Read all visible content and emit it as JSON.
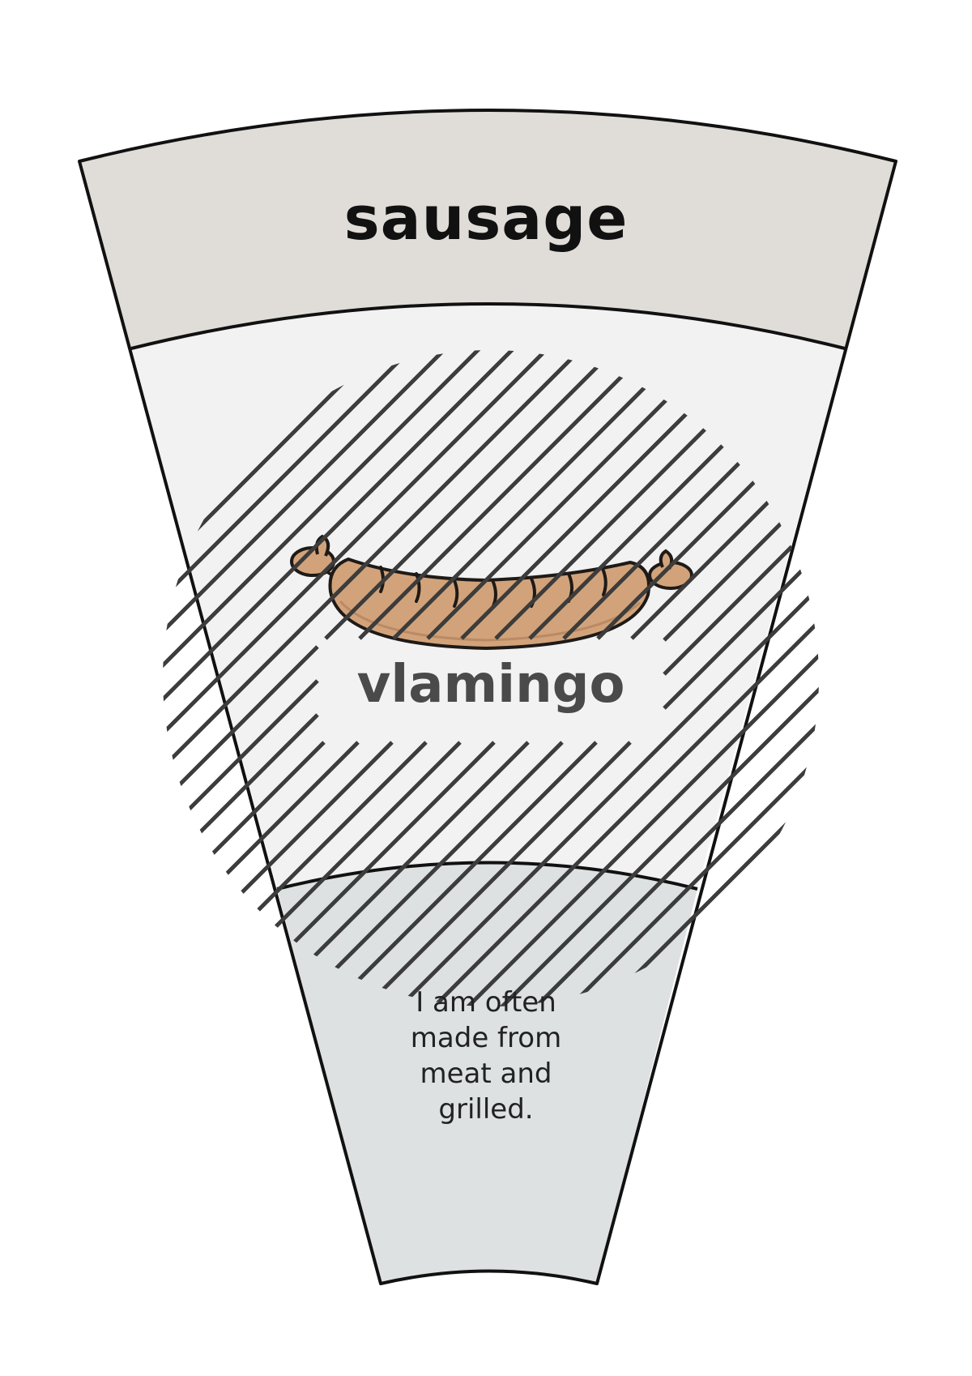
{
  "card": {
    "word": "sausage",
    "clue_lines": [
      "I am often",
      "made from",
      "meat and",
      "grilled."
    ],
    "picture_icon": "sausage-icon"
  },
  "watermark": {
    "brand": "vlamingo"
  },
  "colors": {
    "header_band": "#e0ddd9",
    "middle_band": "#f2f2f2",
    "bottom_band": "#dde1e2",
    "outline": "#111111",
    "hatch": "#3c3c3c",
    "watermark_text": "#4a4a4a",
    "sausage_body": "#d2a37a",
    "sausage_shadow": "#b98a63",
    "sausage_outline": "#1e1a17"
  }
}
